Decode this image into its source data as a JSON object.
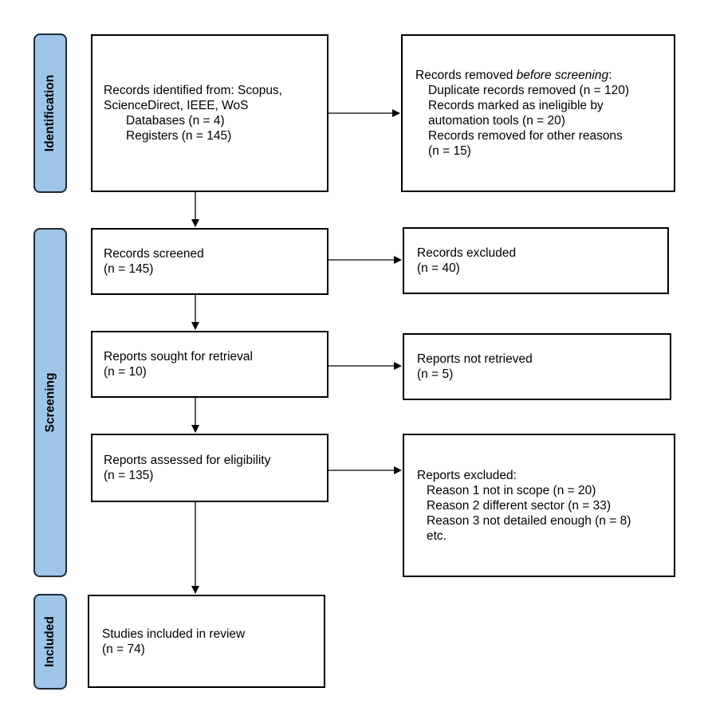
{
  "colors": {
    "phase_fill": "#9fc5e8",
    "border": "#000000",
    "phase_border": "#1f2a36"
  },
  "phases": {
    "identification": "Identification",
    "screening": "Screening",
    "included": "Included"
  },
  "identified": {
    "line1": "Records identified from: Scopus,",
    "line2": "ScienceDirect, IEEE, WoS",
    "databases": "Databases (n = 4)",
    "registers": "Registers (n = 145)"
  },
  "removed": {
    "heading_prefix": "Records removed ",
    "heading_emphasis": "before screening",
    "heading_suffix": ":",
    "duplicates": "Duplicate records removed (n = 120)",
    "ineligible_line1": "Records marked as ineligible by",
    "ineligible_line2": "automation tools (n = 20)",
    "other_line1": "Records removed for other reasons",
    "other_line2": "(n = 15)"
  },
  "screened": {
    "label": "Records screened",
    "count": "(n = 145)"
  },
  "excluded": {
    "label": "Records excluded",
    "count": "(n = 40)"
  },
  "sought": {
    "label": "Reports sought for retrieval",
    "count": "(n = 10)"
  },
  "not_retrieved": {
    "label": "Reports not retrieved",
    "count": "(n = 5)"
  },
  "assessed": {
    "label": "Reports assessed for eligibility",
    "count": "(n = 135)"
  },
  "reports_excluded": {
    "heading": "Reports excluded:",
    "reason1": "Reason 1 not in scope (n = 20)",
    "reason2": "Reason 2 different sector (n = 33)",
    "reason3": "Reason 3 not detailed enough (n = 8)",
    "etc": "etc."
  },
  "included_studies": {
    "label": "Studies included in review",
    "count": "(n = 74)"
  }
}
